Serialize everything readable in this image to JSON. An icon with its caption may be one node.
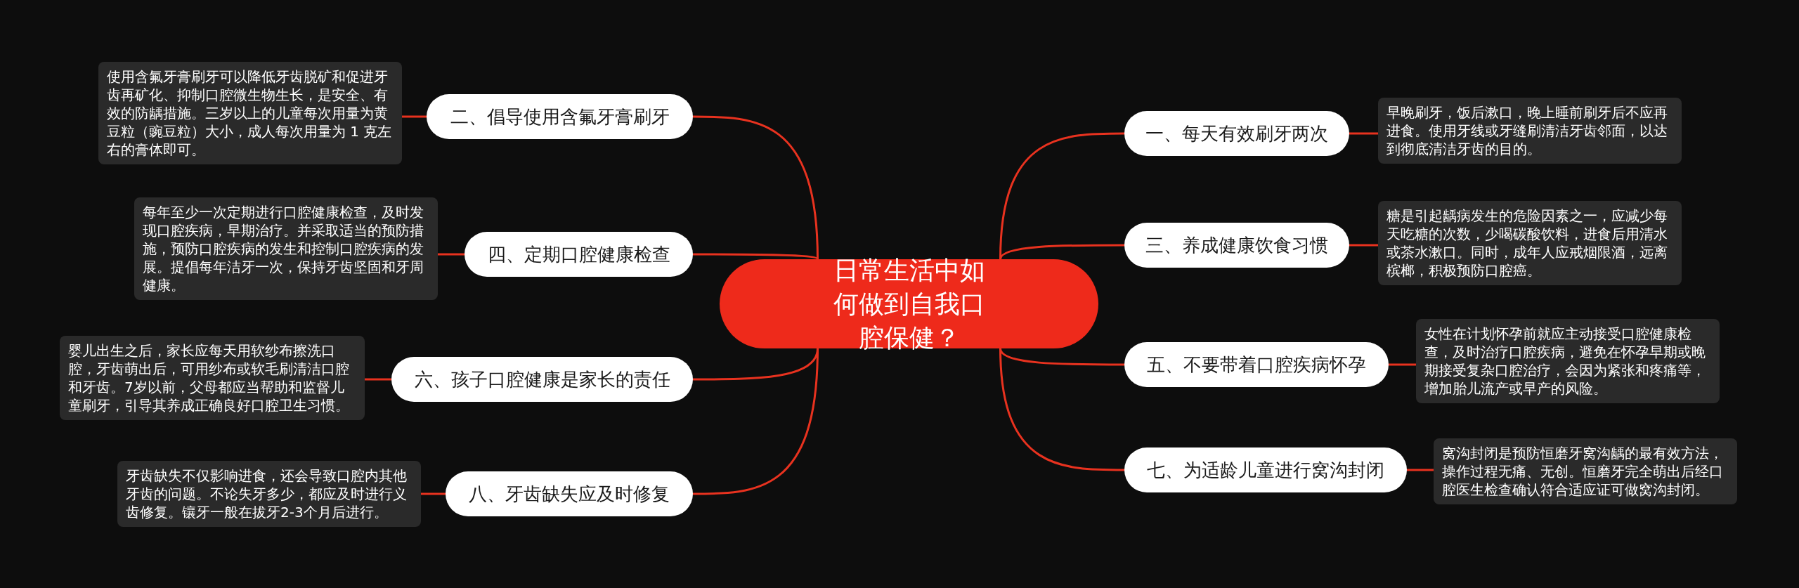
{
  "diagram": {
    "nodes": [
      {
        "text": [
          "日常生活中如何做到自我口腔保健？"
        ]
      },
      {
        "text": [
          "一、每天有效刷牙两次"
        ]
      },
      {
        "text": [
          "早晚刷牙，饭后漱口，晚上睡前刷牙后不应再进食。使用牙线或牙缝刷清洁牙齿邻面，以达到彻底清洁牙齿的目的。"
        ]
      },
      {
        "text": [
          "三、养成健康饮食习惯"
        ]
      },
      {
        "text": [
          "糖是引起龋病发生的危险因素之一，应减少每天吃糖的次数，少喝碳酸饮料，进食后用清水或茶水漱口。同时，成年人应戒烟限酒，远离槟榔，积极预防口腔癌。"
        ]
      },
      {
        "text": [
          "五、不要带着口腔疾病怀孕"
        ]
      },
      {
        "text": [
          "女性在计划怀孕前就应主动接受口腔健康检查，及时治疗口腔疾病，避免在怀孕早期或晚期接受复杂口腔治疗，会因为紧张和疼痛等，增加胎儿流产或早产的风险。"
        ]
      },
      {
        "text": [
          "七、为适龄儿童进行窝沟封闭"
        ]
      },
      {
        "text": [
          "窝沟封闭是预防恒磨牙窝沟龋的最有效方法，操作过程无痛、无创。恒磨牙完全萌出后经口腔医生检查确认符合适应证可做窝沟封闭。"
        ]
      },
      {
        "text": [
          "二、倡导使用含氟牙膏刷牙"
        ]
      },
      {
        "text": [
          "使用含氟牙膏刷牙可以降低牙齿脱矿和促进牙齿再矿化、抑制口腔微生物生长，是安全、有效的防龋措施。三岁以上的儿童每次用量为黄豆粒（豌豆粒）大小，成人每次用量为 1 克左右的膏体即可。"
        ]
      },
      {
        "text": [
          "四、定期口腔健康检查"
        ]
      },
      {
        "text": [
          "每年至少一次定期进行口腔健康检查，及时发现口腔疾病，早期治疗。并采取适当的预防措施，预防口腔疾病的发生和控制口腔疾病的发展。提倡每年洁牙一次，保持牙齿坚固和牙周健康。"
        ]
      },
      {
        "text": [
          "六、孩子口腔健康是家长的责任"
        ]
      },
      {
        "text": [
          "婴儿出生之后，家长应每天用软纱布擦洗口腔，牙齿萌出后，可用纱布或软毛刷清洁口腔和牙齿。7岁以前，父母都应当帮助和监督儿童刷牙，引导其养成正确良好口腔卫生习惯。"
        ]
      },
      {
        "text": [
          "八、牙齿缺失应及时修复"
        ]
      },
      {
        "text": [
          "牙齿缺失不仅影响进食，还会导致口腔内其他牙齿的问题。不论失牙多少，都应及时进行义齿修复。镶牙一般在拔牙2-3个月后进行。"
        ]
      }
    ],
    "edges": [
      {
        "from": 0,
        "to": 1,
        "arrow": "none"
      },
      {
        "from": 1,
        "to": 2,
        "arrow": "none"
      },
      {
        "from": 0,
        "to": 3,
        "arrow": "none"
      },
      {
        "from": 3,
        "to": 4,
        "arrow": "none"
      },
      {
        "from": 0,
        "to": 5,
        "arrow": "none"
      },
      {
        "from": 5,
        "to": 6,
        "arrow": "none"
      },
      {
        "from": 0,
        "to": 7,
        "arrow": "none"
      },
      {
        "from": 7,
        "to": 8,
        "arrow": "none"
      },
      {
        "from": 0,
        "to": 9,
        "arrow": "none"
      },
      {
        "from": 9,
        "to": 10,
        "arrow": "none"
      },
      {
        "from": 0,
        "to": 11,
        "arrow": "none"
      },
      {
        "from": 11,
        "to": 12,
        "arrow": "none"
      },
      {
        "from": 0,
        "to": 13,
        "arrow": "none"
      },
      {
        "from": 13,
        "to": 14,
        "arrow": "none"
      },
      {
        "from": 0,
        "to": 15,
        "arrow": "none"
      },
      {
        "from": 15,
        "to": 16,
        "arrow": "none"
      }
    ]
  }
}
